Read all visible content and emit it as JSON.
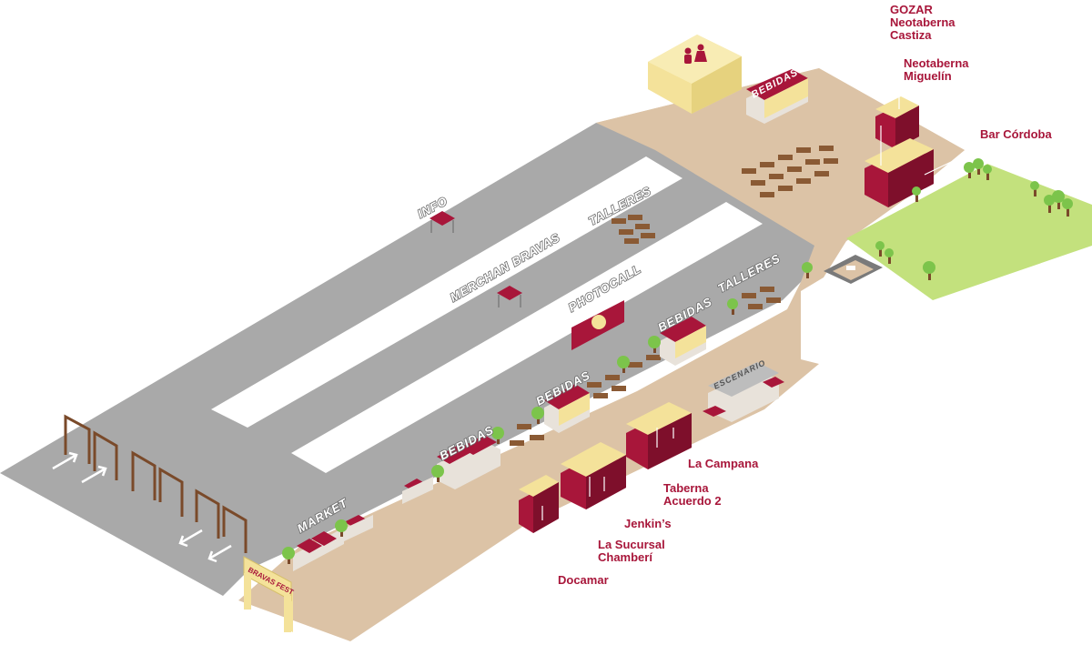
{
  "colors": {
    "road": "#a9a9a9",
    "road_side": "#8f8f8f",
    "sand": "#dcc3a6",
    "sand_edge": "#c9ad8c",
    "grass": "#c3e17d",
    "grass_dark": "#9cc45a",
    "crimson": "#a8163a",
    "crimson_dark": "#7e0f2b",
    "roof_yellow": "#f4e29a",
    "stand_base": "#e8e2da",
    "wood": "#8a5a34",
    "tree": "#7cc44b",
    "trunk": "#7a4a2a"
  },
  "zones": {
    "info": "INFO",
    "merchan": "MERCHAN BRAVAS",
    "talleres_1": "TALLERES",
    "talleres_2": "TALLERES",
    "photocall": "PHOTOCALL",
    "bebidas_top": "BEBIDAS",
    "bebidas_mid1": "BEBIDAS",
    "bebidas_mid2": "BEBIDAS",
    "bebidas_low": "BEBIDAS",
    "market": "MARKET",
    "escenario": "ESCENARIO"
  },
  "gate": {
    "label": "BRAVAS FEST"
  },
  "restroom": {
    "icon": "restroom-icon"
  },
  "bars": [
    {
      "name": "GOZAR"
    },
    {
      "name": "Neotaberna"
    },
    {
      "name": "Castiza"
    },
    {
      "name": "Neotaberna"
    },
    {
      "name": "Miguelín"
    },
    {
      "name": "Bar Córdoba"
    },
    {
      "name": "La Campana"
    },
    {
      "name": "Taberna"
    },
    {
      "name": "Acuerdo 2"
    },
    {
      "name": "Jenkin’s"
    },
    {
      "name": "La Sucursal"
    },
    {
      "name": "Chamberí"
    },
    {
      "name": "Docamar"
    }
  ]
}
